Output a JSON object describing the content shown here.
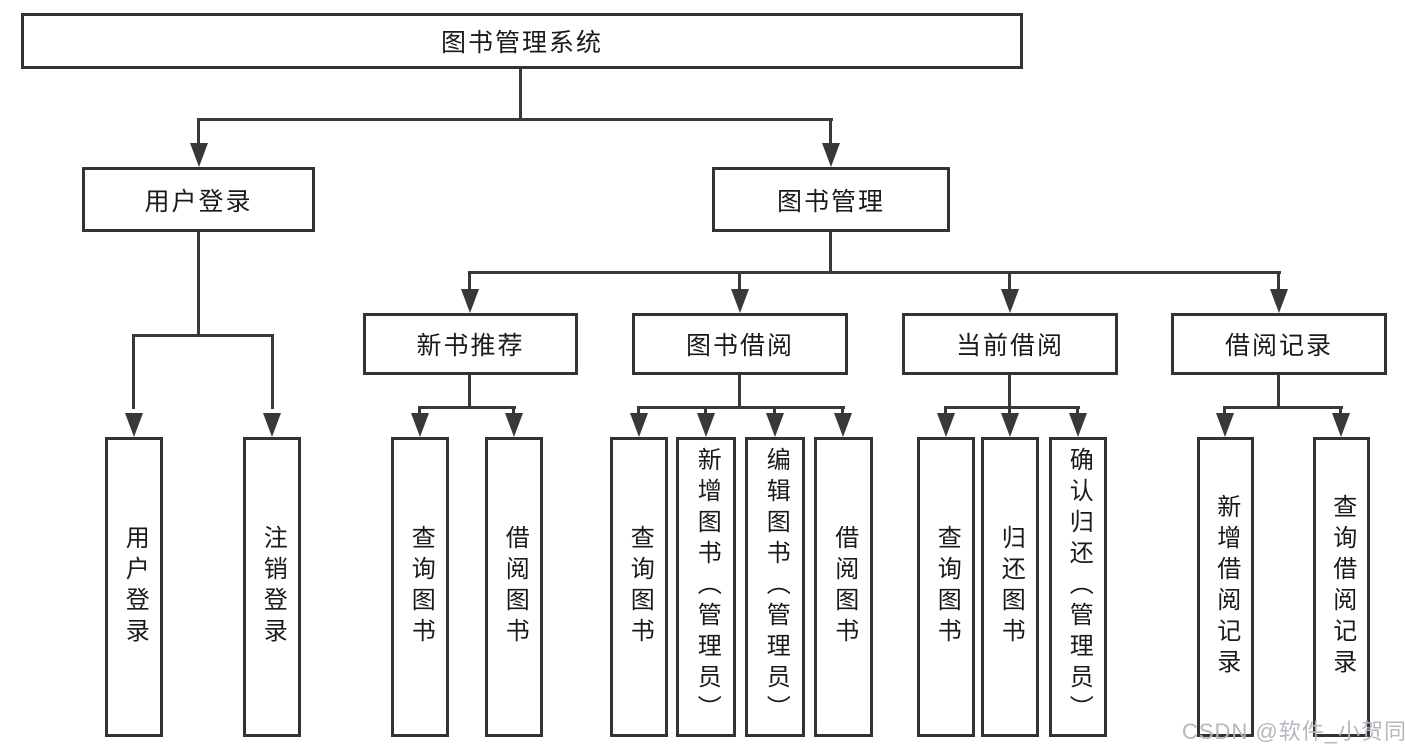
{
  "nodes": {
    "root": "图书管理系统",
    "user_login": "用户登录",
    "book_management": "图书管理",
    "new_book_recommend": "新书推荐",
    "book_borrowing": "图书借阅",
    "current_borrowing": "当前借阅",
    "borrowing_records": "借阅记录",
    "leaf_user_login": "用户登录",
    "leaf_logout": "注销登录",
    "leaf_query_books_rec": "查询图书",
    "leaf_borrow_books_rec": "借阅图书",
    "leaf_query_books_bor": "查询图书",
    "leaf_add_books_admin": "新增图书（管理员）",
    "leaf_edit_books_admin": "编辑图书（管理员）",
    "leaf_borrow_books_bor": "借阅图书",
    "leaf_query_books_cur": "查询图书",
    "leaf_return_books": "归还图书",
    "leaf_confirm_return_admin": "确认归还（管理员）",
    "leaf_add_borrow_record": "新增借阅记录",
    "leaf_query_borrow_record": "查询借阅记录"
  },
  "watermark": "CSDN @软件_小贺同学",
  "colors": {
    "line": "#383838",
    "box_border": "#333333",
    "text": "#1a1a1a",
    "watermark": "#b4b8be",
    "background": "#ffffff"
  }
}
